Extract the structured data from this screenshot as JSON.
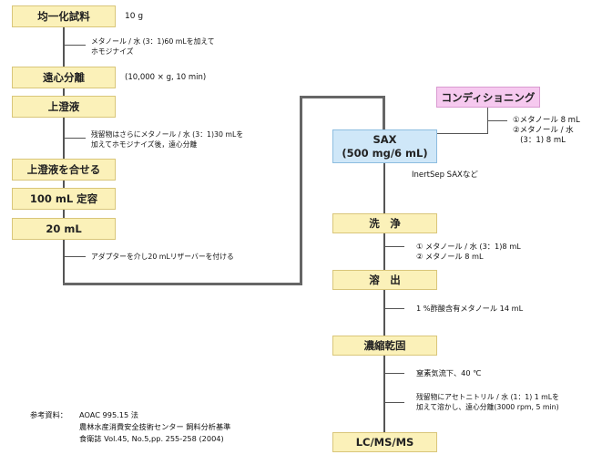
{
  "left_steps": {
    "homogenize": "均一化試料",
    "centrifuge": "遠心分離",
    "supernatant": "上澄液",
    "combine": "上澄液を合せる",
    "volume": "100 mL 定容",
    "aliquot": "20 mL"
  },
  "left_notes": {
    "sample_amount": "10 g",
    "extract": "メタノール / 水 (3：1)60 mLを加えて\nホモジナイズ",
    "centrifuge_cond": "(10,000 × g, 10 min)",
    "residue": "残留物はさらにメタノール / 水 (3：1)30 mLを\n加えてホモジナイズ後，遠心分離",
    "adapter": "アダプターを介し20 mLリザーバーを付ける"
  },
  "conditioning": {
    "label": "コンディショニング",
    "note": "①メタノール 8 mL\n②メタノール / 水\n   (3：1) 8 mL"
  },
  "sax": {
    "line1": "SAX",
    "line2": "(500 mg/6 mL)",
    "note": "InertSep SAXなど"
  },
  "right_steps": {
    "wash": "洗　浄",
    "elute": "溶　出",
    "concentrate": "濃縮乾固",
    "analysis": "LC/MS/MS"
  },
  "right_notes": {
    "wash_solvents": "① メタノール / 水 (3：1)8 mL\n② メタノール 8 mL",
    "elute_solvent": "1 %酢酸含有メタノール 14 mL",
    "nitrogen": "窒素気流下、40 ℃",
    "redissolve": "残留物にアセトニトリル / 水 (1：1) 1 mLを\n加えて溶かし、遠心分離(3000 rpm, 5 min)"
  },
  "reference": {
    "label": "参考資料：",
    "line1": "AOAC 995.15 法",
    "line2": "農林水産消費安全技術センター 飼料分析基準",
    "line3": "食衛誌 Vol.45, No.5,pp. 255-258 (2004)"
  },
  "colors": {
    "step_fill": "#fbf1b9",
    "sax_fill": "#cfe7f8",
    "conditioning_fill": "#f6c9ef"
  }
}
